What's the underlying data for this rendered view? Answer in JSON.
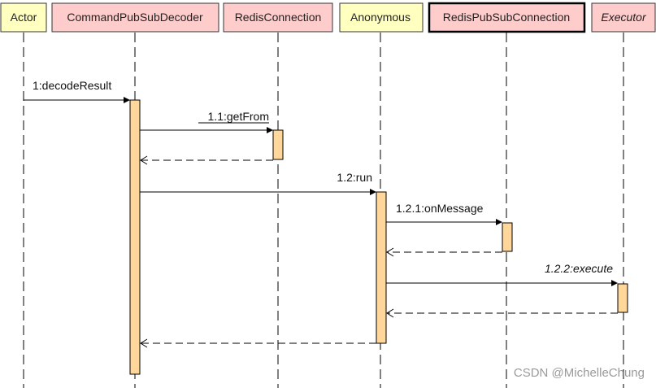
{
  "participants": [
    {
      "id": "actor",
      "label": "Actor",
      "style": "yellow"
    },
    {
      "id": "cmd",
      "label": "CommandPubSubDecoder",
      "style": "pink"
    },
    {
      "id": "redisconn",
      "label": "RedisConnection",
      "style": "pink"
    },
    {
      "id": "anon",
      "label": "Anonymous",
      "style": "yellow"
    },
    {
      "id": "pubsub",
      "label": "RedisPubSubConnection",
      "style": "pink-bold"
    },
    {
      "id": "executor",
      "label": "Executor",
      "style": "pink",
      "italic": true
    }
  ],
  "messages": [
    {
      "id": "m1",
      "label": "1:decodeResult",
      "from": "actor",
      "to": "cmd",
      "kind": "call"
    },
    {
      "id": "m2",
      "label": "1.1:getFrom",
      "from": "cmd",
      "to": "redisconn",
      "kind": "call",
      "underline": true
    },
    {
      "id": "r2",
      "label": "",
      "from": "redisconn",
      "to": "cmd",
      "kind": "return"
    },
    {
      "id": "m3",
      "label": "1.2:run",
      "from": "cmd",
      "to": "anon",
      "kind": "call"
    },
    {
      "id": "m4",
      "label": "1.2.1:onMessage",
      "from": "anon",
      "to": "pubsub",
      "kind": "call"
    },
    {
      "id": "r4",
      "label": "",
      "from": "pubsub",
      "to": "anon",
      "kind": "return"
    },
    {
      "id": "m5",
      "label": "1.2.2:execute",
      "from": "anon",
      "to": "executor",
      "kind": "call",
      "italic": true
    },
    {
      "id": "r5",
      "label": "",
      "from": "executor",
      "to": "anon",
      "kind": "return"
    },
    {
      "id": "r3",
      "label": "",
      "from": "anon",
      "to": "cmd",
      "kind": "return"
    }
  ],
  "colors": {
    "participant_yellow": "#ffffc0",
    "participant_pink": "#ffcccc",
    "activation": "#ffd79a"
  },
  "watermark": "CSDN @MichelleChung"
}
